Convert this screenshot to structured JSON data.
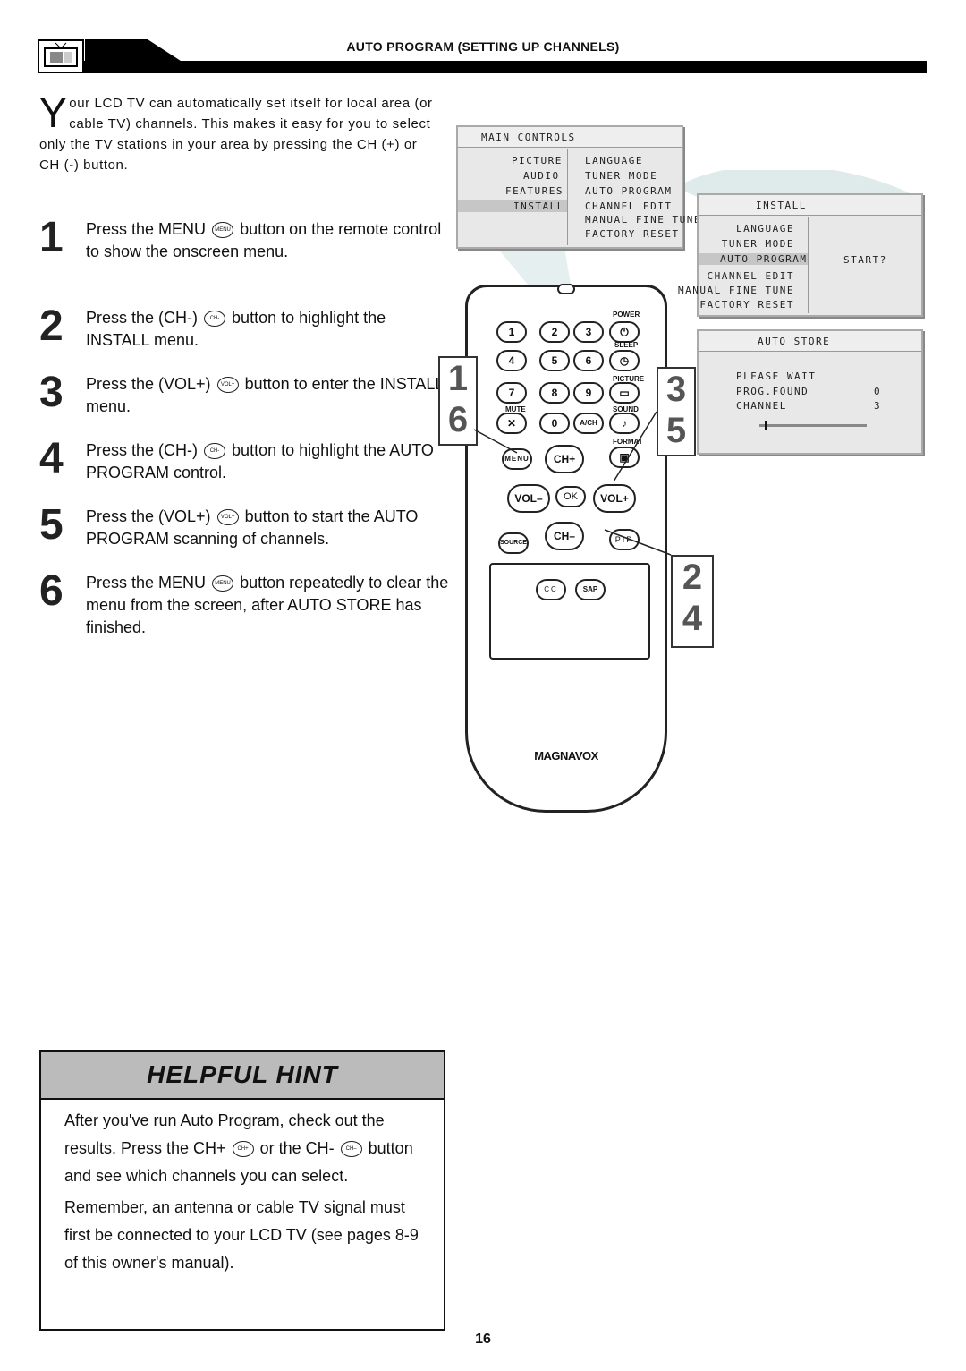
{
  "header": {
    "title": "AUTO PROGRAM (SETTING UP CHANNELS)"
  },
  "intro": {
    "dropcap": "Y",
    "text": "our LCD TV can automatically set itself for local area (or cable TV) channels. This makes it easy for you to select only the TV stations in your area by pressing the CH (+) or CH (-) button."
  },
  "steps": [
    {
      "num": "1",
      "pre": "Press the MENU",
      "icon": "MENU",
      "post": "button on the remote control to show the onscreen menu."
    },
    {
      "num": "2",
      "pre": "Press the (CH-)",
      "icon": "CH-",
      "post": "button to highlight the INSTALL menu."
    },
    {
      "num": "3",
      "pre": "Press the (VOL+)",
      "icon": "VOL+",
      "post": "button to enter the INSTALL menu."
    },
    {
      "num": "4",
      "pre": "Press the (CH-)",
      "icon": "CH-",
      "post": "button to highlight the AUTO PROGRAM control."
    },
    {
      "num": "5",
      "pre": "Press the (VOL+)",
      "icon": "VOL+",
      "post": "button to start the AUTO PROGRAM scanning of channels."
    },
    {
      "num": "6",
      "pre": "Press the MENU",
      "icon": "MENU",
      "post": "button repeatedly to clear the menu from the screen, after AUTO STORE has finished."
    }
  ],
  "main_menu": {
    "title": "MAIN CONTROLS",
    "left": [
      "PICTURE",
      "AUDIO",
      "FEATURES",
      "INSTALL"
    ],
    "right": [
      "LANGUAGE",
      "TUNER MODE",
      "AUTO PROGRAM",
      "CHANNEL EDIT",
      "MANUAL FINE TUNE",
      "FACTORY RESET"
    ]
  },
  "install_menu": {
    "title": "INSTALL",
    "items": [
      "LANGUAGE",
      "TUNER MODE",
      "AUTO PROGRAM",
      "CHANNEL EDIT",
      "MANUAL FINE TUNE",
      "FACTORY RESET"
    ],
    "start": "START?"
  },
  "auto_store": {
    "title": "AUTO STORE",
    "wait": "PLEASE WAIT",
    "found_label": "PROG.FOUND",
    "found_value": "0",
    "channel_label": "CHANNEL",
    "channel_value": "3",
    "progress": 0.05
  },
  "remote": {
    "labels": {
      "power": "POWER",
      "sleep": "SLEEP",
      "picture": "PICTURE",
      "mute": "MUTE",
      "sound": "SOUND",
      "format": "FORMAT"
    },
    "digits": [
      "1",
      "2",
      "3",
      "4",
      "5",
      "6",
      "7",
      "8",
      "9",
      "0"
    ],
    "ach": "A/CH",
    "menu": "MENU",
    "ch_up": "CH+",
    "ch_down": "CH–",
    "vol_down": "VOL–",
    "vol_up": "VOL+",
    "ok": "OK",
    "source": "SOURCE",
    "pip": "PIP",
    "cc": "CC",
    "sap": "SAP",
    "brand": "MAGNAVOX"
  },
  "callouts": {
    "left": [
      "1",
      "6"
    ],
    "right_top": [
      "3",
      "5"
    ],
    "right_bottom": [
      "2",
      "4"
    ]
  },
  "hint": {
    "title": "HELPFUL HINT",
    "p1a": "After you've run Auto Program, check out the results. Press the CH+",
    "p1b": "or the CH-",
    "p1c": "button and see which channels you can select.",
    "p2": "Remember, an antenna or cable TV signal must first be connected to your LCD TV (see pages 8-9 of this owner's manual)."
  },
  "page_number": "16"
}
